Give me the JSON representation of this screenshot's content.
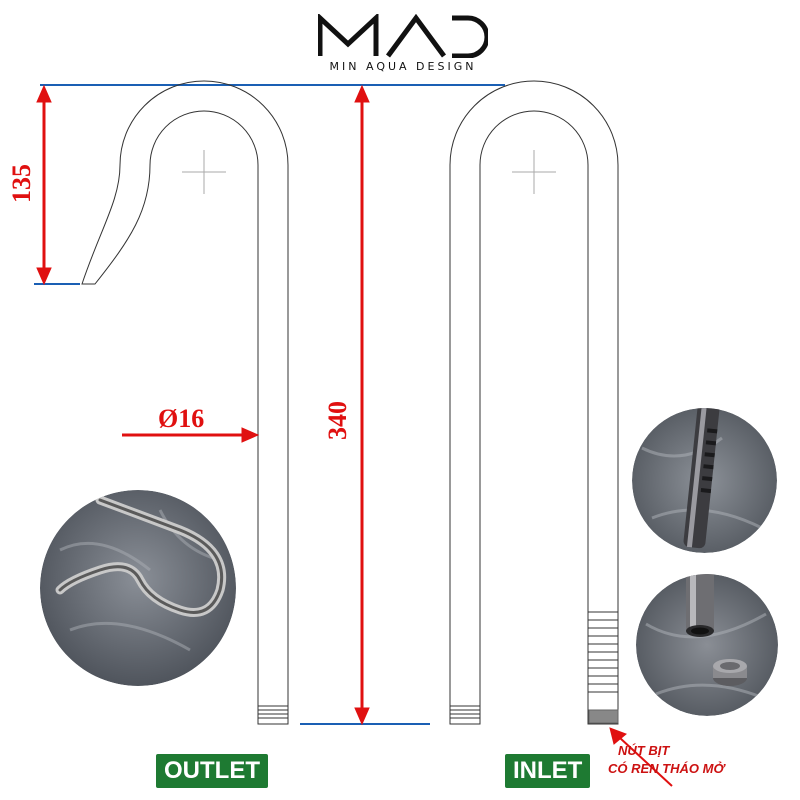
{
  "logo": {
    "mark": "MAD",
    "subtitle": "MIN AQUA DESIGN"
  },
  "dimensions": {
    "hook_height": "135",
    "total_height": "340",
    "diameter": "Ø16"
  },
  "labels": {
    "outlet": "OUTLET",
    "inlet": "INLET",
    "note_line1": "NÚT BỊT",
    "note_line2": "CÓ REN THÁO MỞ"
  },
  "colors": {
    "dimension_red": "#e01010",
    "guide_blue": "#1a5fb4",
    "badge_green": "#1e7a32"
  }
}
